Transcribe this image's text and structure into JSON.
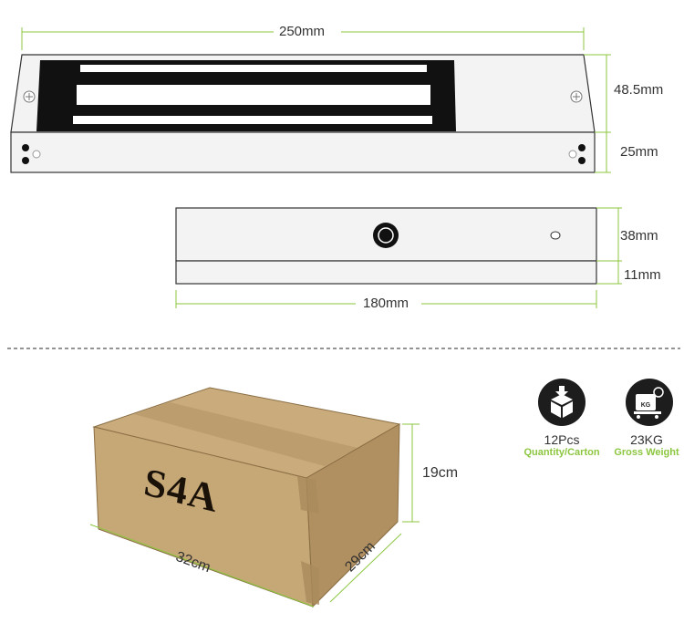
{
  "accent_color": "#8cc63f",
  "magnet": {
    "width": "250mm",
    "height_top": "48.5mm",
    "height_side": "25mm"
  },
  "plate": {
    "width": "180mm",
    "height": "38mm",
    "thickness": "11mm"
  },
  "carton": {
    "stamp": "S4A",
    "length": "32cm",
    "width": "29cm",
    "height": "19cm"
  },
  "badges": [
    {
      "icon": "box-icon",
      "value": "12Pcs",
      "caption": "Quantity/Carton"
    },
    {
      "icon": "scale-icon",
      "value": "23KG",
      "caption": "Gross Weight"
    }
  ]
}
